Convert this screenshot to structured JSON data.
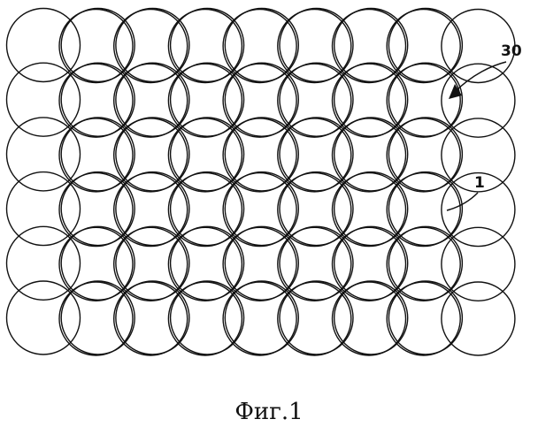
{
  "figure": {
    "caption": "Фиг.1",
    "grid": {
      "rows_per_layer": 6,
      "columns_per_layer": 8,
      "layers": 2
    },
    "labels": {
      "assembly_ref": "30",
      "ring_ref": "1"
    }
  }
}
